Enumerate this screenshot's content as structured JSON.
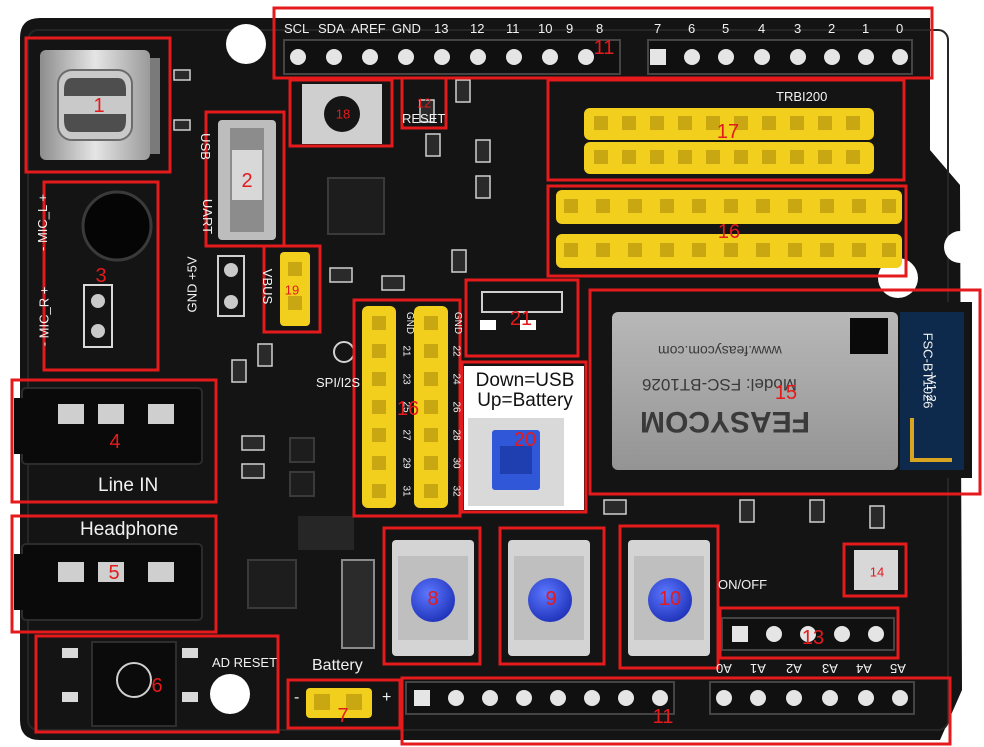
{
  "silkscreen": {
    "top_header_labels": [
      "SCL",
      "SDA",
      "AREF",
      "GND",
      "13",
      "12",
      "11",
      "10",
      "9",
      "8",
      "7",
      "6",
      "5",
      "4",
      "3",
      "2",
      "1",
      "0"
    ],
    "mic_l": "- MIC_L +",
    "mic_r": "- MIC_R +",
    "uart": "UART",
    "usb": "USB",
    "gnd_5v": "GND +5V",
    "vbus": "VBUS",
    "reset": "RESET",
    "trbi200": "TRBI200",
    "spi_i2s": "SPI/I2S",
    "line_in": "Line IN",
    "headphone": "Headphone",
    "ad_reset": "AD RESET",
    "battery": "Battery",
    "battery_minus": "-",
    "battery_plus": "+",
    "on_off": "ON/OFF",
    "header_16_left": [
      "GND",
      "21",
      "23",
      "25",
      "27",
      "29",
      "31"
    ],
    "header_16_right": [
      "GND",
      "22",
      "24",
      "26",
      "28",
      "30",
      "32"
    ],
    "bottom_right_labels": [
      "A0",
      "A1",
      "A2",
      "A3",
      "A4",
      "A5"
    ],
    "switch_label_line1": "Down=USB",
    "switch_label_line2": "Up=Battery"
  },
  "bt_module": {
    "url": "www.feasycom.com",
    "model": "Model: FSC-BT1026",
    "brand": "FEASYCOM",
    "side_label": "FSC-BT1026",
    "version": "V1.2"
  },
  "callouts": [
    "1",
    "2",
    "3",
    "4",
    "5",
    "6",
    "7",
    "8",
    "9",
    "10",
    "11",
    "11",
    "12",
    "13",
    "14",
    "15",
    "16",
    "16",
    "17",
    "18",
    "19",
    "20",
    "21"
  ],
  "colors": {
    "board": "#141414",
    "annotation": "#e41a1c",
    "header_pins": "#f2cf1d",
    "buttons": "#2641d6",
    "module": "#a7a7a7"
  }
}
